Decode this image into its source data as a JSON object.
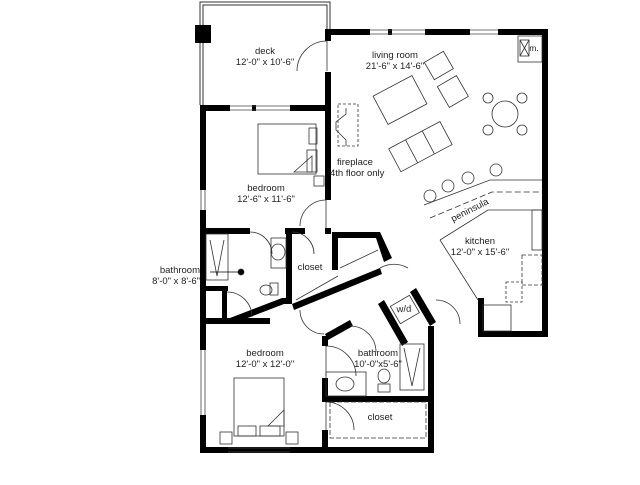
{
  "floorplan": {
    "rooms": [
      {
        "id": "deck",
        "name": "deck",
        "dimensions": "12'-0\" x 10'-6\""
      },
      {
        "id": "living-room",
        "name": "living room",
        "dimensions": "21'-6\" x 14'-6\""
      },
      {
        "id": "bedroom-1",
        "name": "bedroom",
        "dimensions": "12'-6\" x 11'-6\""
      },
      {
        "id": "bathroom-1",
        "name": "bathroom",
        "dimensions": "8'-0\" x 8'-6\""
      },
      {
        "id": "kitchen",
        "name": "kitchen",
        "dimensions": "12'-0\" x 15'-6\""
      },
      {
        "id": "bedroom-2",
        "name": "bedroom",
        "dimensions": "12'-0\" x 12'-0\""
      },
      {
        "id": "bathroom-2",
        "name": "bathroom",
        "dimensions": "10'-0\"x5'-6\""
      }
    ],
    "labels": {
      "fireplace": "fireplace",
      "fireplace_note": "4th floor only",
      "closet_1": "closet",
      "closet_2": "closet",
      "peninsula": "peninsula",
      "washer_dryer": "w/d",
      "mechanical": "m."
    },
    "colors": {
      "wall": "#000000",
      "line": "#333333",
      "background": "#ffffff"
    }
  }
}
